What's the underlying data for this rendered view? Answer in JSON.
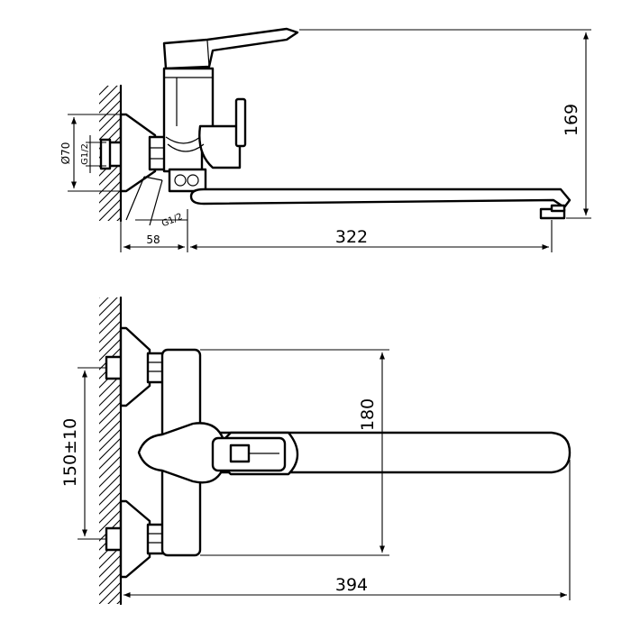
{
  "drawing": {
    "side_view": {
      "dim_height": "169",
      "dim_spout_length": "322",
      "dim_offset": "58",
      "dim_flange_diameter": "Ø70",
      "dim_thread_inlet": "G1/2",
      "dim_thread_outlet": "G1/2"
    },
    "top_view": {
      "dim_body_height": "180",
      "dim_center_distance": "150±10",
      "dim_total_length": "394"
    }
  }
}
